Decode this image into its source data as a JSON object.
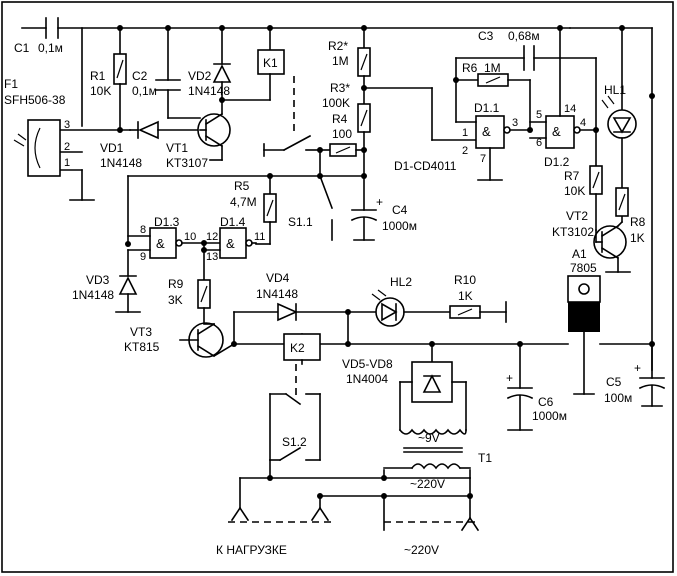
{
  "components": {
    "C1": {
      "ref": "C1",
      "value": "0,1м"
    },
    "C2": {
      "ref": "C2",
      "value": "0,1м"
    },
    "C3": {
      "ref": "C3",
      "value": "0,68м"
    },
    "C4": {
      "ref": "C4",
      "value": "1000м"
    },
    "C5": {
      "ref": "C5",
      "value": "100м"
    },
    "C6": {
      "ref": "C6",
      "value": "1000м"
    },
    "R1": {
      "ref": "R1",
      "value": "10K"
    },
    "R2": {
      "ref": "R2*",
      "value": "1M"
    },
    "R3": {
      "ref": "R3*",
      "value": "100K"
    },
    "R4": {
      "ref": "R4",
      "value": "100"
    },
    "R5": {
      "ref": "R5",
      "value": "4,7M"
    },
    "R6": {
      "ref": "R6",
      "value": "1M"
    },
    "R7": {
      "ref": "R7",
      "value": "10K"
    },
    "R8": {
      "ref": "R8",
      "value": "1K"
    },
    "R9": {
      "ref": "R9",
      "value": "3K"
    },
    "R10": {
      "ref": "R10",
      "value": "1K"
    },
    "VD1": {
      "ref": "VD1",
      "value": "1N4148"
    },
    "VD2": {
      "ref": "VD2",
      "value": "1N4148"
    },
    "VD3": {
      "ref": "VD3",
      "value": "1N4148"
    },
    "VD4": {
      "ref": "VD4",
      "value": "1N4148"
    },
    "VD5_8": {
      "ref": "VD5-VD8",
      "value": "1N4004"
    },
    "VT1": {
      "ref": "VT1",
      "value": "KT3107"
    },
    "VT2": {
      "ref": "VT2",
      "value": "KT3102"
    },
    "VT3": {
      "ref": "VT3",
      "value": "KT815"
    },
    "F1": {
      "ref": "F1",
      "value": "SFH506-38"
    },
    "D1": {
      "ref": "D1-CD4011"
    },
    "D1_1": {
      "ref": "D1.1"
    },
    "D1_2": {
      "ref": "D1.2"
    },
    "D1_3": {
      "ref": "D1.3"
    },
    "D1_4": {
      "ref": "D1.4"
    },
    "HL1": {
      "ref": "HL1"
    },
    "HL2": {
      "ref": "HL2"
    },
    "K1": {
      "ref": "K1"
    },
    "K2": {
      "ref": "K2"
    },
    "S1_1": {
      "ref": "S1.1"
    },
    "S1_2": {
      "ref": "S1.2"
    },
    "A1": {
      "ref": "A1",
      "value": "7805"
    },
    "T1": {
      "ref": "T1"
    }
  },
  "gate_symbol": "&",
  "pins": {
    "f1": [
      "3",
      "2",
      "1"
    ],
    "d11": [
      "1",
      "2",
      "3",
      "7"
    ],
    "d12": [
      "5",
      "6",
      "4",
      "14"
    ],
    "d13": [
      "8",
      "9",
      "10"
    ],
    "d14": [
      "12",
      "13",
      "11"
    ]
  },
  "labels": {
    "ac_9v": "~9V",
    "ac_220v_t1": "~220V",
    "load": "К НАГРУЗКЕ",
    "mains": "~220V",
    "plus": "+"
  }
}
